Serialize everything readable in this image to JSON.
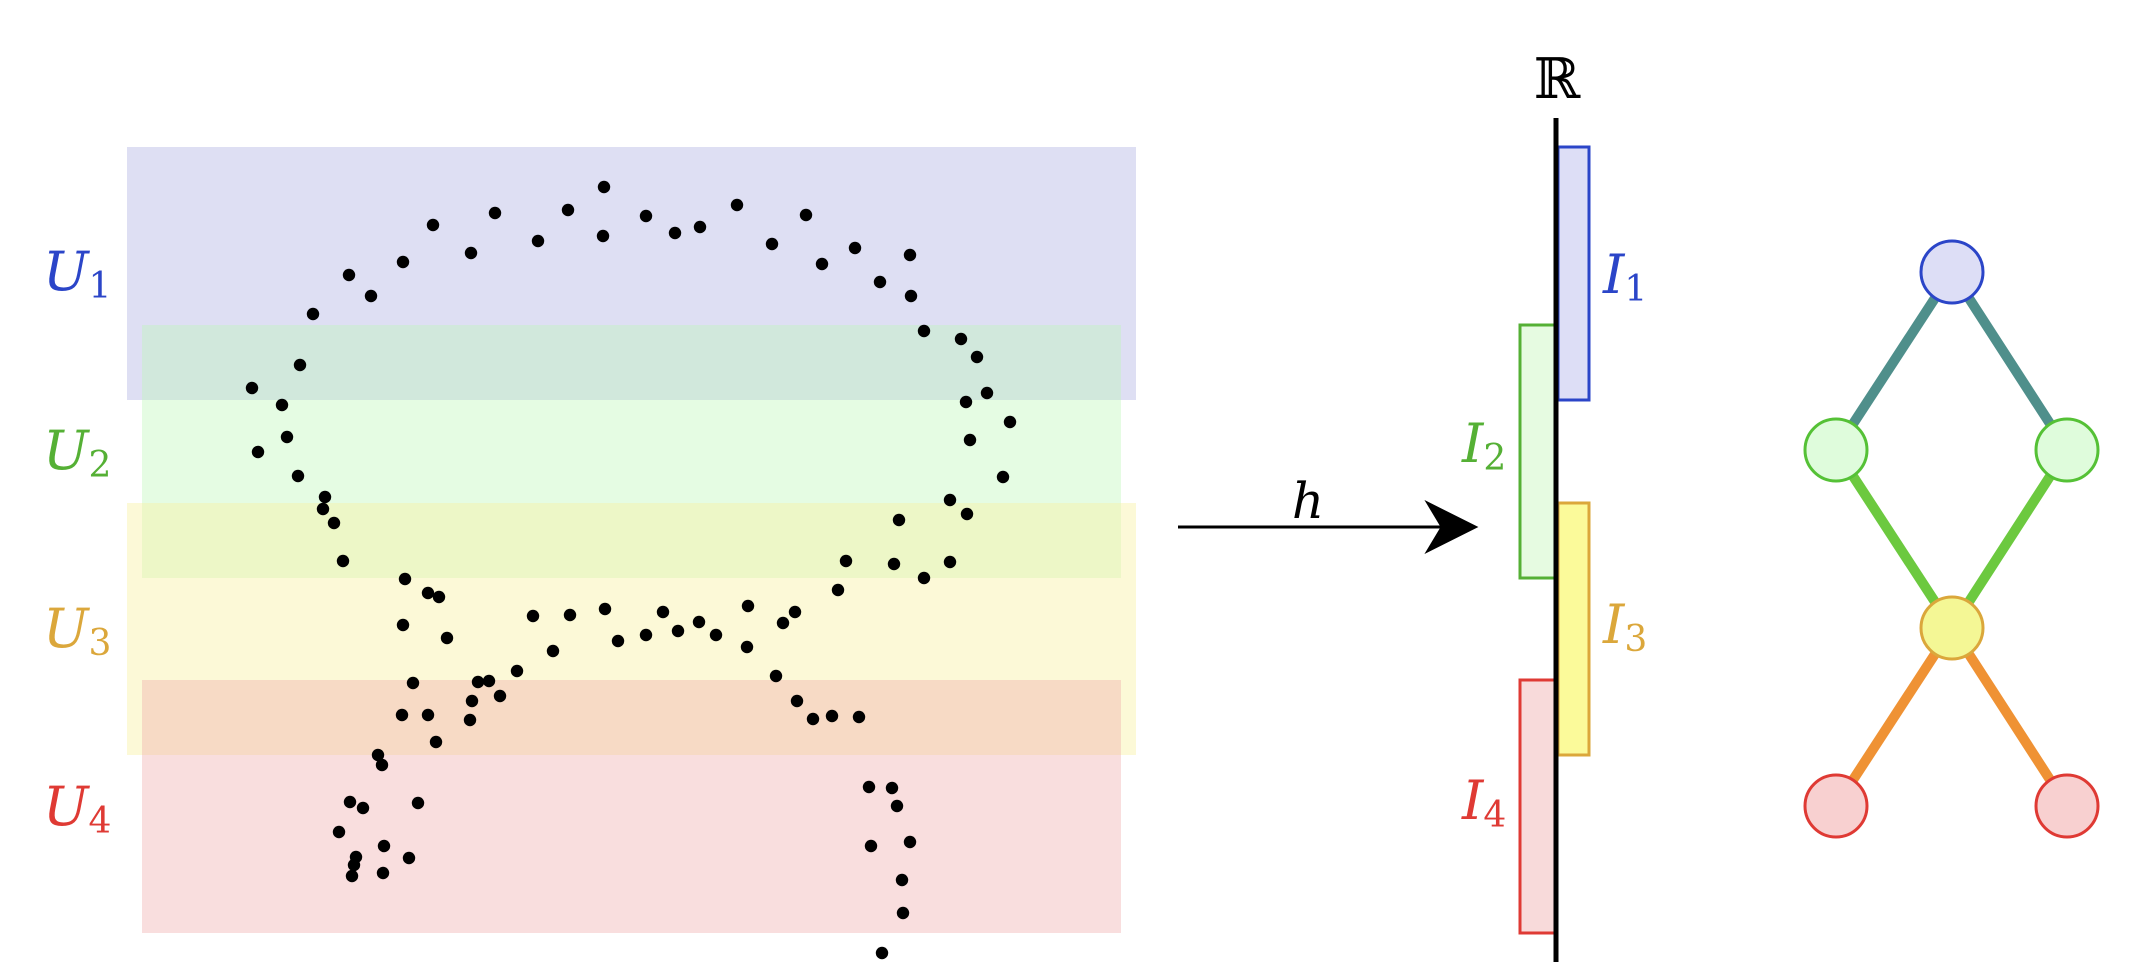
{
  "colors": {
    "blue": "#2b45c8",
    "green": "#55b035",
    "yellow": "#dba73b",
    "red": "#df3a34",
    "black": "#000000",
    "edge_teal": "#4f8f8b",
    "edge_green": "#6cc93f",
    "edge_orange": "#ef9234",
    "fill_blue": "#dddef6",
    "fill_green": "#e6fbe1",
    "fill_yellow": "#fbf8cb",
    "fill_red": "#f8dada",
    "fill_yellow_node": "#f4f795"
  },
  "cover_sets": [
    {
      "id": "U1",
      "letter": "U",
      "index": "1",
      "color_key": "blue"
    },
    {
      "id": "U2",
      "letter": "U",
      "index": "2",
      "color_key": "green"
    },
    {
      "id": "U3",
      "letter": "U",
      "index": "3",
      "color_key": "yellow"
    },
    {
      "id": "U4",
      "letter": "U",
      "index": "4",
      "color_key": "red"
    }
  ],
  "intervals": [
    {
      "id": "I1",
      "letter": "I",
      "index": "1",
      "color_key": "blue"
    },
    {
      "id": "I2",
      "letter": "I",
      "index": "2",
      "color_key": "green"
    },
    {
      "id": "I3",
      "letter": "I",
      "index": "3",
      "color_key": "yellow"
    },
    {
      "id": "I4",
      "letter": "I",
      "index": "4",
      "color_key": "red"
    }
  ],
  "map_label": "h",
  "real_line_label": "ℝ",
  "point_cloud_name": "sampled-points",
  "graph": {
    "nodes": [
      {
        "id": "top",
        "cover": "U1"
      },
      {
        "id": "mid-left",
        "cover": "U2"
      },
      {
        "id": "mid-right",
        "cover": "U2"
      },
      {
        "id": "center",
        "cover": "U3"
      },
      {
        "id": "bottom-left",
        "cover": "U4"
      },
      {
        "id": "bottom-right",
        "cover": "U4"
      }
    ],
    "edges": [
      [
        "top",
        "mid-left"
      ],
      [
        "top",
        "mid-right"
      ],
      [
        "mid-left",
        "center"
      ],
      [
        "mid-right",
        "center"
      ],
      [
        "center",
        "bottom-left"
      ],
      [
        "center",
        "bottom-right"
      ]
    ]
  }
}
